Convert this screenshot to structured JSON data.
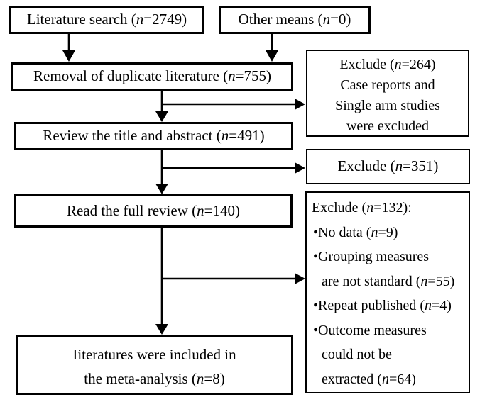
{
  "figure": {
    "type": "literature-screening-flow-diagram",
    "background_color": "#ffffff",
    "line_color": "#000000"
  },
  "boxes": {
    "literature_search": {
      "label": "Literature search (n=2749)"
    },
    "other_means": {
      "label": "Other means (n=0)"
    },
    "duplicate_removal": {
      "label": "Removal of duplicate literature (n=755)"
    },
    "exclude_264": {
      "lines": [
        "Exclude (n=264)",
        "Case reports and",
        "Single arm studies",
        "were excluded"
      ]
    },
    "review_title_abstract": {
      "label": "Review the title and abstract (n=491)"
    },
    "exclude_351": {
      "label": "Exclude (n=351)"
    },
    "read_full_review": {
      "label": "Read the full review (n=140)"
    },
    "exclude_132": {
      "header": "Exclude (n=132):",
      "bullets": [
        [
          "No data (n=9)"
        ],
        [
          "Grouping measures",
          "are not standard (n=55)"
        ],
        [
          "Repeat published (n=4)"
        ],
        [
          "Outcome measures",
          "could not be",
          "extracted (n=64)"
        ]
      ]
    },
    "included": {
      "lines": [
        "Iiteratures were included in",
        "the meta-analysis (n=8)"
      ]
    }
  }
}
